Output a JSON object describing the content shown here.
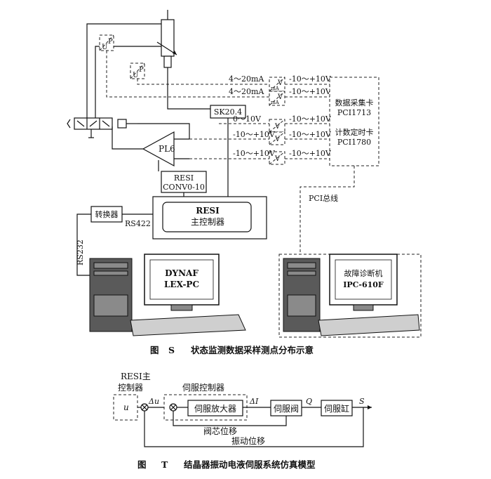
{
  "figure_s": {
    "caption_prefix": "图",
    "caption_letter": "S",
    "caption_text": "状态监测数据采样测点分布示意",
    "sensor_symbol": "P",
    "sensor_sub": "U",
    "loop_current_1": "4～20mA",
    "loop_current_2": "4～20mA",
    "conv_sub_1": "mA",
    "conv_sub_2": "mA",
    "voltage_out": [
      "-10～+10V",
      "-10～+10V",
      "-10～+10V",
      "-10～+10V",
      "-10～+10V"
    ],
    "voltage_in": [
      "0～10V",
      "-10～+10V",
      "-10～+10V"
    ],
    "sk": "SK20.4",
    "amp": "PL6",
    "conv_line1": "RESI",
    "conv_line2": "CONV0-10",
    "daq_line1": "数据采集卡",
    "daq_line2": "PCI1713",
    "daq_line3": "计数定时卡",
    "daq_line4": "PCI1780",
    "bus": "PCI总线",
    "converter": "转换器",
    "rs422": "RS422",
    "rs232": "RS232",
    "main_ctrl_line1": "RESI",
    "main_ctrl_line2": "主控制器",
    "pc1_line1": "DYNAF",
    "pc1_line2": "LEX-PC",
    "pc2_line1": "故障诊断机",
    "pc2_line2": "IPC-610F"
  },
  "figure_t": {
    "caption_prefix": "图",
    "caption_letter": "T",
    "caption_text": "结晶器振动电液伺服系统仿真模型",
    "resi_line1": "RESI主",
    "resi_line2": "控制器",
    "servo_ctrl": "伺服控制器",
    "u": "u",
    "du": "Δu",
    "servo_amp": "伺服放大器",
    "di": "ΔI",
    "servo_valve": "伺服阀",
    "q": "Q",
    "servo_cyl": "伺服缸",
    "s": "S",
    "spool": "阀芯位移",
    "vib": "振动位移"
  }
}
